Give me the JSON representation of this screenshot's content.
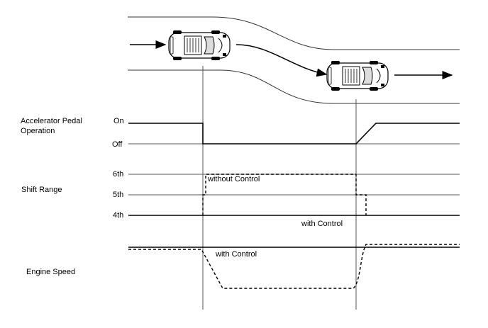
{
  "rows": {
    "accelerator": {
      "label_line1": "Accelerator Pedal",
      "label_line2": "Operation",
      "levels": [
        "On",
        "Off"
      ]
    },
    "shift": {
      "label": "Shift Range",
      "levels": [
        "6th",
        "5th",
        "4th"
      ],
      "annotation_without": "without Control",
      "annotation_with": "with Control"
    },
    "engine": {
      "label": "Engine Speed",
      "annotation_with": "with Control"
    }
  },
  "legend_styles": {
    "with_control": "solid",
    "without_control": "dashed"
  },
  "colors": {
    "line": "#000000",
    "background": "#ffffff"
  },
  "icons": [
    "arrow-right-icon",
    "car-icon"
  ]
}
